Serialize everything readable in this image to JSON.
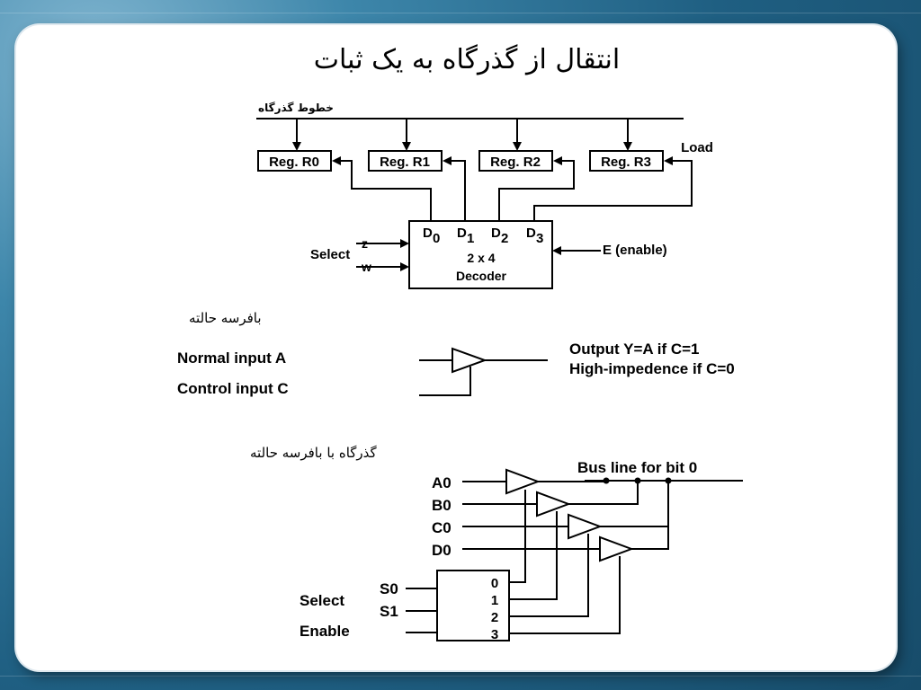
{
  "slide": {
    "title": "انتقال از گذرگاه به یک ثبات",
    "bus_lines_label": "خطوط گذرگاه",
    "load_label": "Load",
    "registers": [
      "Reg. R0",
      "Reg. R1",
      "Reg. R2",
      "Reg. R3"
    ],
    "decoder": {
      "outputs": [
        "D",
        "D",
        "D",
        "D"
      ],
      "output_subscripts": [
        "0",
        "1",
        "2",
        "3"
      ],
      "size": "2 x 4",
      "name": "Decoder",
      "select_label": "Select",
      "input_z": "z",
      "input_w": "w",
      "enable_label": "E (enable)"
    },
    "tristate_section": {
      "heading": "بافرسه حالته",
      "normal_input": "Normal input A",
      "control_input": "Control input C",
      "output_line1": "Output Y=A if C=1",
      "output_line2": "High-impedence if C=0"
    },
    "bus_tristate_section": {
      "heading": "گذرگاه با بافرسه حالته",
      "bus_line": "Bus line for bit 0",
      "inputs": [
        "A0",
        "B0",
        "C0",
        "D0"
      ],
      "select_inputs": [
        "S0",
        "S1"
      ],
      "select_label": "Select",
      "enable_label": "Enable",
      "decoder_outputs": [
        "0",
        "1",
        "2",
        "3"
      ]
    }
  }
}
